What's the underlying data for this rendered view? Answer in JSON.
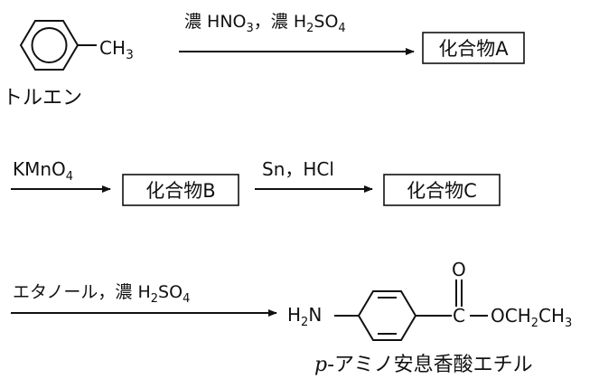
{
  "colors": {
    "ink": "#111111",
    "background": "#ffffff"
  },
  "start": {
    "substituent": "CH",
    "substituent_sub": "3",
    "name": "トルエン"
  },
  "step1": {
    "reagent_a_prefix": "濃 HNO",
    "reagent_a_sub": "3",
    "separator": "，",
    "reagent_b_prefix": "濃 H",
    "reagent_b_sub1": "2",
    "reagent_b_mid": "SO",
    "reagent_b_sub2": "4"
  },
  "compound_a": "化合物A",
  "step2": {
    "reagent_prefix": "KMnO",
    "reagent_sub": "4"
  },
  "compound_b": "化合物B",
  "step3": {
    "reagent": "Sn，HCl"
  },
  "compound_c": "化合物C",
  "step4": {
    "reagent_prefix": "エタノール，濃 H",
    "reagent_sub1": "2",
    "reagent_mid": "SO",
    "reagent_sub2": "4"
  },
  "product": {
    "amine_prefix": "H",
    "amine_sub": "2",
    "amine_suffix": "N",
    "carbon": "C",
    "oxygen": "O",
    "ester_prefix": "OCH",
    "ester_sub1": "2",
    "ester_suffix": "CH",
    "ester_sub2": "3",
    "name_italic": "p",
    "name": "-アミノ安息香酸エチル"
  }
}
